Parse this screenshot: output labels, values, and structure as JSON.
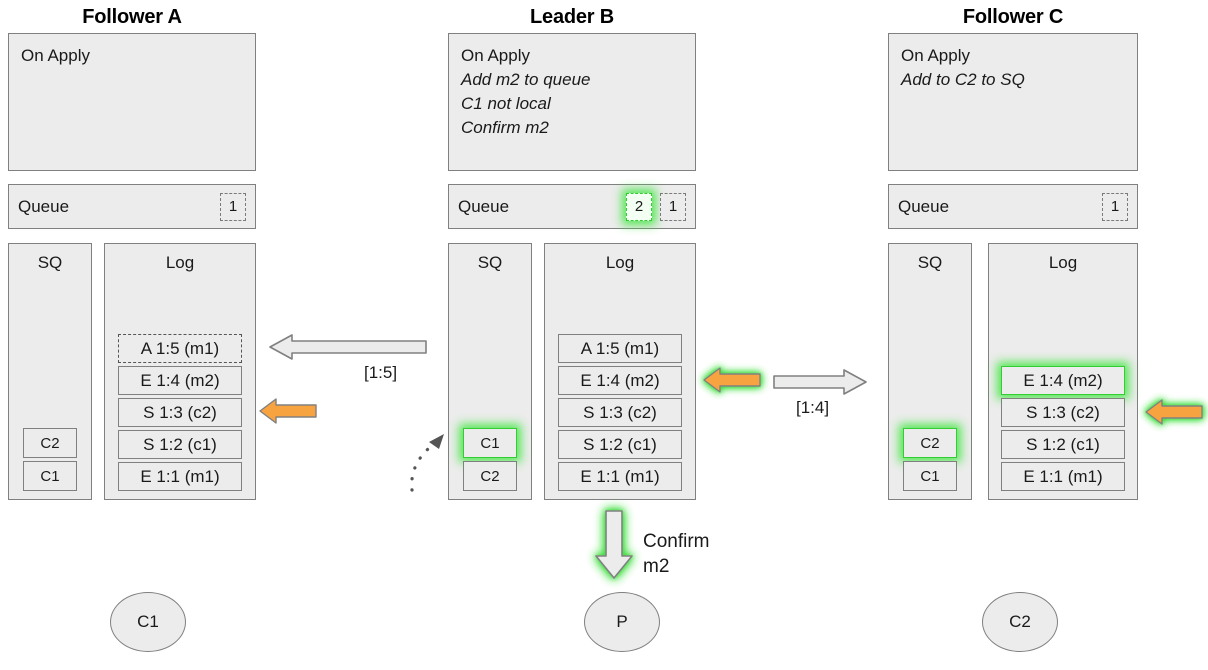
{
  "nodes": [
    {
      "title": "Follower A",
      "on_apply": {
        "header": "On Apply",
        "lines": []
      },
      "queue": {
        "label": "Queue",
        "boxes": [
          {
            "value": "1",
            "glow": false,
            "dashed": true
          }
        ]
      },
      "sq": {
        "title": "SQ",
        "cells": [
          {
            "value": "C2",
            "glow": false
          },
          {
            "value": "C1",
            "glow": false
          }
        ]
      },
      "log": {
        "title": "Log",
        "cells": [
          {
            "value": "A 1:5 (m1)",
            "glow": false,
            "dashed": true
          },
          {
            "value": "E 1:4 (m2)",
            "glow": false,
            "dashed": false
          },
          {
            "value": "S 1:3 (c2)",
            "glow": false,
            "dashed": false
          },
          {
            "value": "S 1:2 (c1)",
            "glow": false,
            "dashed": false
          },
          {
            "value": "E 1:1 (m1)",
            "glow": false,
            "dashed": false
          }
        ]
      },
      "client": "C1"
    },
    {
      "title": "Leader B",
      "on_apply": {
        "header": "On Apply",
        "lines": [
          "Add m2 to queue",
          "C1 not local",
          "Confirm m2"
        ]
      },
      "queue": {
        "label": "Queue",
        "boxes": [
          {
            "value": "2",
            "glow": true,
            "dashed": true
          },
          {
            "value": "1",
            "glow": false,
            "dashed": true
          }
        ]
      },
      "sq": {
        "title": "SQ",
        "cells": [
          {
            "value": "C1",
            "glow": true
          },
          {
            "value": "C2",
            "glow": false
          }
        ]
      },
      "log": {
        "title": "Log",
        "cells": [
          {
            "value": "A 1:5 (m1)",
            "glow": false,
            "dashed": false
          },
          {
            "value": "E 1:4 (m2)",
            "glow": false,
            "dashed": false
          },
          {
            "value": "S 1:3 (c2)",
            "glow": false,
            "dashed": false
          },
          {
            "value": "S 1:2 (c1)",
            "glow": false,
            "dashed": false
          },
          {
            "value": "E 1:1 (m1)",
            "glow": false,
            "dashed": false
          }
        ]
      },
      "client": "P"
    },
    {
      "title": "Follower C",
      "on_apply": {
        "header": "On Apply",
        "lines": [
          "Add to C2 to SQ"
        ]
      },
      "queue": {
        "label": "Queue",
        "boxes": [
          {
            "value": "1",
            "glow": false,
            "dashed": true
          }
        ]
      },
      "sq": {
        "title": "SQ",
        "cells": [
          {
            "value": "C2",
            "glow": true
          },
          {
            "value": "C1",
            "glow": false
          }
        ]
      },
      "log": {
        "title": "Log",
        "cells": [
          {
            "value": "E 1:4 (m2)",
            "glow": true,
            "dashed": false
          },
          {
            "value": "S 1:3 (c2)",
            "glow": false,
            "dashed": false
          },
          {
            "value": "S 1:2 (c1)",
            "glow": false,
            "dashed": false
          },
          {
            "value": "E 1:1 (m1)",
            "glow": false,
            "dashed": false
          }
        ]
      },
      "client": "C2"
    }
  ],
  "arrows": {
    "replicate_left_label": "[1:5]",
    "replicate_right_label": "[1:4]",
    "confirm_label_line1": "Confirm",
    "confirm_label_line2": "m2"
  },
  "colors": {
    "panel_fill": "#ececec",
    "panel_stroke": "#808080",
    "orange": "#f5a council",
    "orange_fill": "#f7a440",
    "glow_green": "#33cc33",
    "text": "#1a1a1a"
  }
}
